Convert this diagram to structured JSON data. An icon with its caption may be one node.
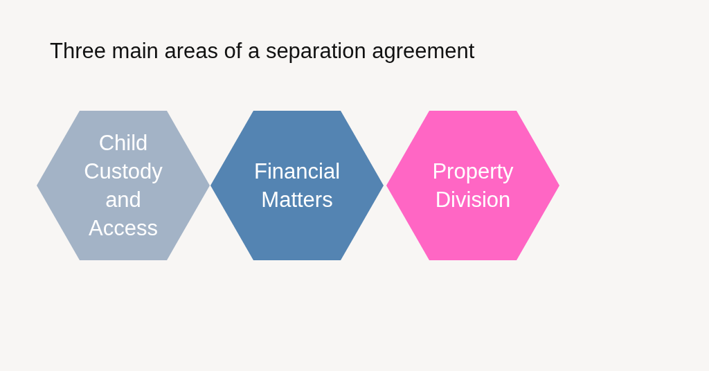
{
  "diagram": {
    "title": "Three main areas of a separation agreement",
    "nodes": [
      {
        "text": [
          "Child Custody and Access"
        ]
      },
      {
        "text": [
          "Financial Matters"
        ]
      },
      {
        "text": [
          "Property Division"
        ]
      }
    ]
  }
}
